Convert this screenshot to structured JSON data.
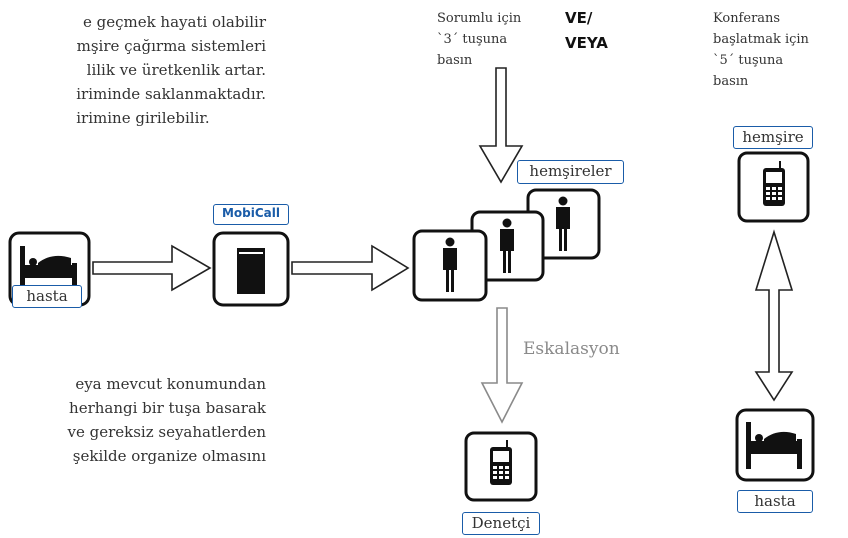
{
  "paragraph_top": {
    "lines": [
      "e geçmek hayati olabilir",
      "mşire çağırma sistemleri",
      "lilik ve üretkenlik artar.",
      "iriminde saklanmaktadır.",
      "irimine girilebilir."
    ]
  },
  "paragraph_bottom": {
    "lines": [
      "eya mevcut konumundan",
      "herhangi bir tuşa basarak",
      "ve gereksiz seyahatlerden",
      "şekilde organize olmasını"
    ]
  },
  "note_left": {
    "lines": [
      "Sorumlu için",
      "`3´ tuşuna",
      "basın"
    ]
  },
  "connector": {
    "lines": [
      "VE/",
      "VEYA"
    ]
  },
  "note_right": {
    "lines": [
      "Konferans",
      "başlatmak için",
      "`5´ tuşuna",
      "basın"
    ]
  },
  "labels": {
    "patient_left": "hasta",
    "mobicall": "MobiCall",
    "nurses": "hemşireler",
    "escalation": "Eskalasyon",
    "supervisor": "Denetçi",
    "nurse_right": "hemşire",
    "patient_right": "hasta"
  },
  "icons": {
    "patient_left": "bed-icon",
    "mobicall": "server-icon",
    "nurses": "person-icon",
    "supervisor": "mobile-phone-icon",
    "nurse_right": "mobile-phone-icon",
    "patient_right": "bed-icon"
  },
  "colors": {
    "label_border": "#1a5ca8",
    "escalation_text": "#8a8a8a",
    "icon_dark": "#111111"
  }
}
